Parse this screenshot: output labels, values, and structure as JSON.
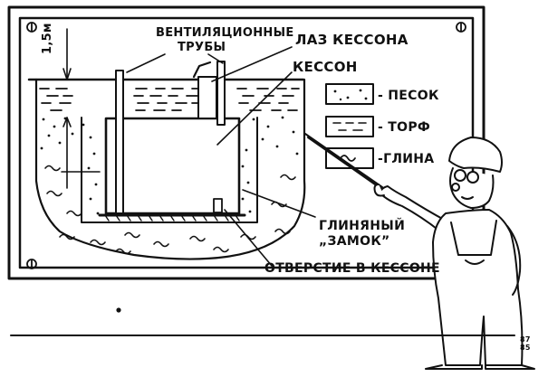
{
  "diagram": {
    "labels": {
      "ventilation": "ВЕНТИЛЯЦИОННЫЕ",
      "ventilation_2": "ТРУБЫ",
      "manhole": "ЛАЗ КЕССОНА",
      "caisson": "КЕССОН",
      "clay_lock": "ГЛИНЯНЫЙ",
      "clay_lock_2": "„ЗАМОК”",
      "opening": "ОТВЕРСТИЕ В КЕССОНЕ",
      "depth": "1,5м"
    },
    "legend": [
      {
        "key": "sand",
        "label": "- ПЕСОК"
      },
      {
        "key": "peat",
        "label": "- ТОРФ"
      },
      {
        "key": "clay",
        "label": "-ГЛИНА"
      }
    ],
    "signature": "87 85"
  },
  "colors": {
    "ink": "#111111",
    "paper": "#ffffff"
  }
}
